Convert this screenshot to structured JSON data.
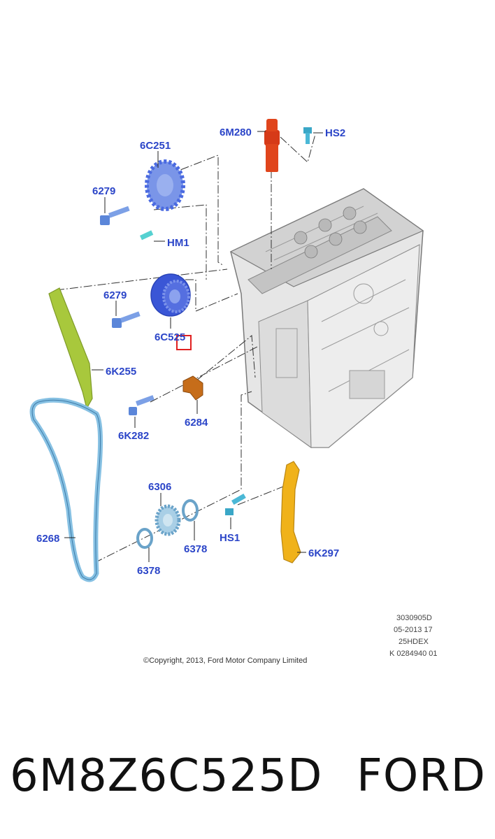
{
  "diagram": {
    "callouts": {
      "c_6m280": "6M280",
      "c_hs2": "HS2",
      "c_6c251": "6C251",
      "c_6279_top": "6279",
      "c_hm1": "HM1",
      "c_6279_mid": "6279",
      "c_6c525": "6C525",
      "c_6k255": "6K255",
      "c_6284": "6284",
      "c_6k282": "6K282",
      "c_6306": "6306",
      "c_6268": "6268",
      "c_hs1": "HS1",
      "c_6378_right": "6378",
      "c_6378_left": "6378",
      "c_6k297": "6K297"
    },
    "meta_lines": {
      "line1": "3030905D",
      "line2": "05-2013 17",
      "line3": "25HDEX",
      "line4": "K 0284940 01"
    },
    "copyright": "©Copyright, 2013, Ford Motor Company Limited",
    "colors": {
      "callout": "#2b45c8",
      "solenoid": "#e0451c",
      "sprocket": "#4a6ae0",
      "bolt": "#5b86d9",
      "chain": "#87c1e3",
      "guide_left": "#a8c83c",
      "guide_right": "#f0b21a",
      "tensioner": "#c66d1a",
      "highlight": "#e02020"
    }
  },
  "footer": {
    "part_number": "6M8Z6C525D",
    "brand": "FORD"
  }
}
